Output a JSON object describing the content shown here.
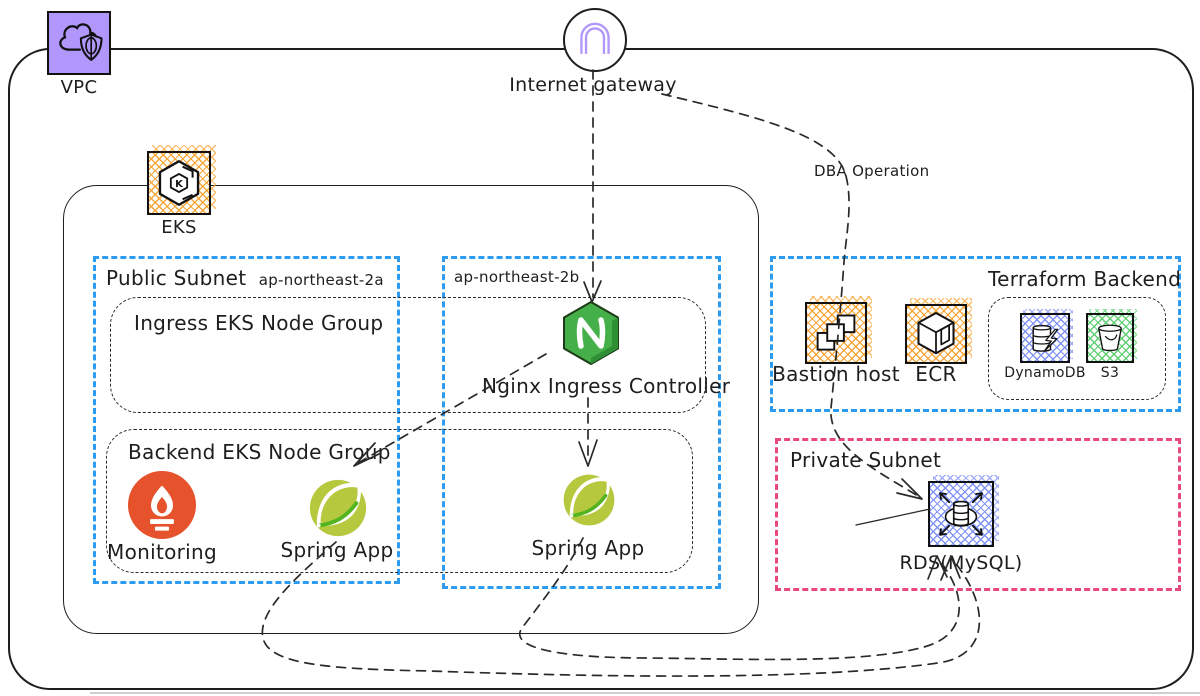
{
  "vpc": {
    "label": "VPC"
  },
  "internet_gateway": {
    "label": "Internet gateway"
  },
  "eks": {
    "label": "EKS"
  },
  "subnets": {
    "public_2a": {
      "title": "Public Subnet",
      "zone": "ap-northeast-2a"
    },
    "public_2b": {
      "zone": "ap-northeast-2b"
    },
    "private": {
      "title": "Private Subnet"
    }
  },
  "node_groups": {
    "ingress": {
      "label": "Ingress EKS Node Group"
    },
    "backend": {
      "label": "Backend EKS Node Group"
    }
  },
  "workloads": {
    "monitoring": {
      "label": "Monitoring"
    },
    "spring_app_2a": {
      "label": "Spring App"
    },
    "nginx": {
      "label": "Nginx Ingress Controller"
    },
    "spring_app_2b": {
      "label": "Spring App"
    }
  },
  "terraform_backend": {
    "title": "Terraform Backend",
    "bastion": {
      "label": "Bastion host"
    },
    "ecr": {
      "label": "ECR"
    },
    "state_store": {
      "dynamodb": {
        "label": "DynamoDB"
      },
      "s3": {
        "label": "S3"
      }
    }
  },
  "database": {
    "rds": {
      "label": "RDS(MySQL)"
    }
  },
  "annotations": {
    "dba_operation": "DBA Operation"
  },
  "colors": {
    "subnet_blue": "#2d9bf0",
    "private_pink": "#e8487c",
    "hatch_orange": "#f7a63a",
    "hatch_blue": "#8194f6",
    "hatch_green": "#5ecf73",
    "nginx_green": "#45b049",
    "spring_green": "#b5c83e",
    "prometheus_red": "#e6522c",
    "vpc_purple": "#b197fc",
    "line_dark": "#1e1e1e"
  }
}
